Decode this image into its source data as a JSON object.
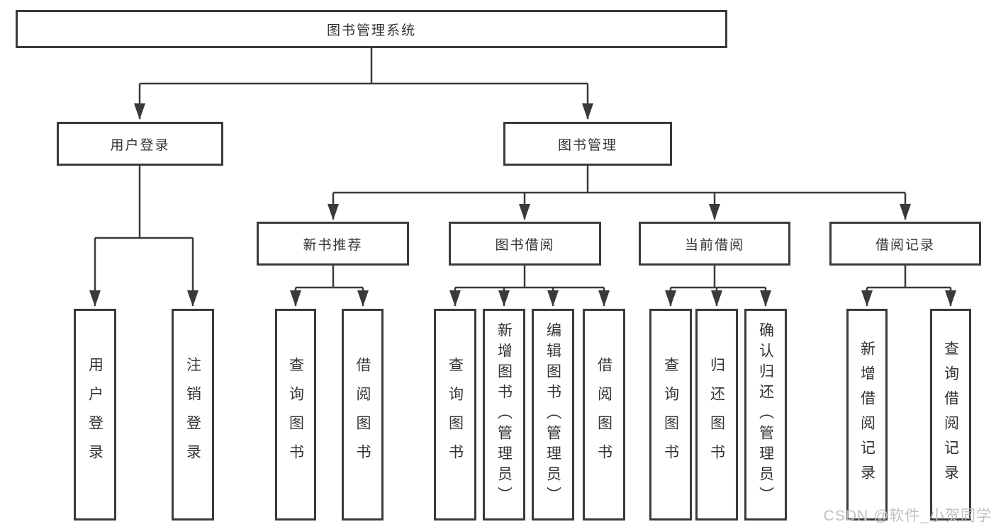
{
  "tree": {
    "label": "图书管理系统",
    "children": [
      {
        "label": "用户登录",
        "children": [
          {
            "label": "用户登录"
          },
          {
            "label": "注销登录"
          }
        ]
      },
      {
        "label": "图书管理",
        "children": [
          {
            "label": "新书推荐",
            "children": [
              {
                "label": "查询图书"
              },
              {
                "label": "借阅图书"
              }
            ]
          },
          {
            "label": "图书借阅",
            "children": [
              {
                "label": "查询图书"
              },
              {
                "label": "新增图书（管理员）"
              },
              {
                "label": "编辑图书（管理员）"
              },
              {
                "label": "借阅图书"
              }
            ]
          },
          {
            "label": "当前借阅",
            "children": [
              {
                "label": "查询图书"
              },
              {
                "label": "归还图书"
              },
              {
                "label": "确认归还（管理员）"
              }
            ]
          },
          {
            "label": "借阅记录",
            "children": [
              {
                "label": "新增借阅记录"
              },
              {
                "label": "查询借阅记录"
              }
            ]
          }
        ]
      }
    ]
  },
  "watermark": {
    "text": "CSDN @软件_小贺同学"
  },
  "colors": {
    "line": "#3a3a3a",
    "box_border": "#3a3a3a",
    "text": "#333333",
    "background": "#ffffff",
    "watermark": "#b9bcc1"
  }
}
